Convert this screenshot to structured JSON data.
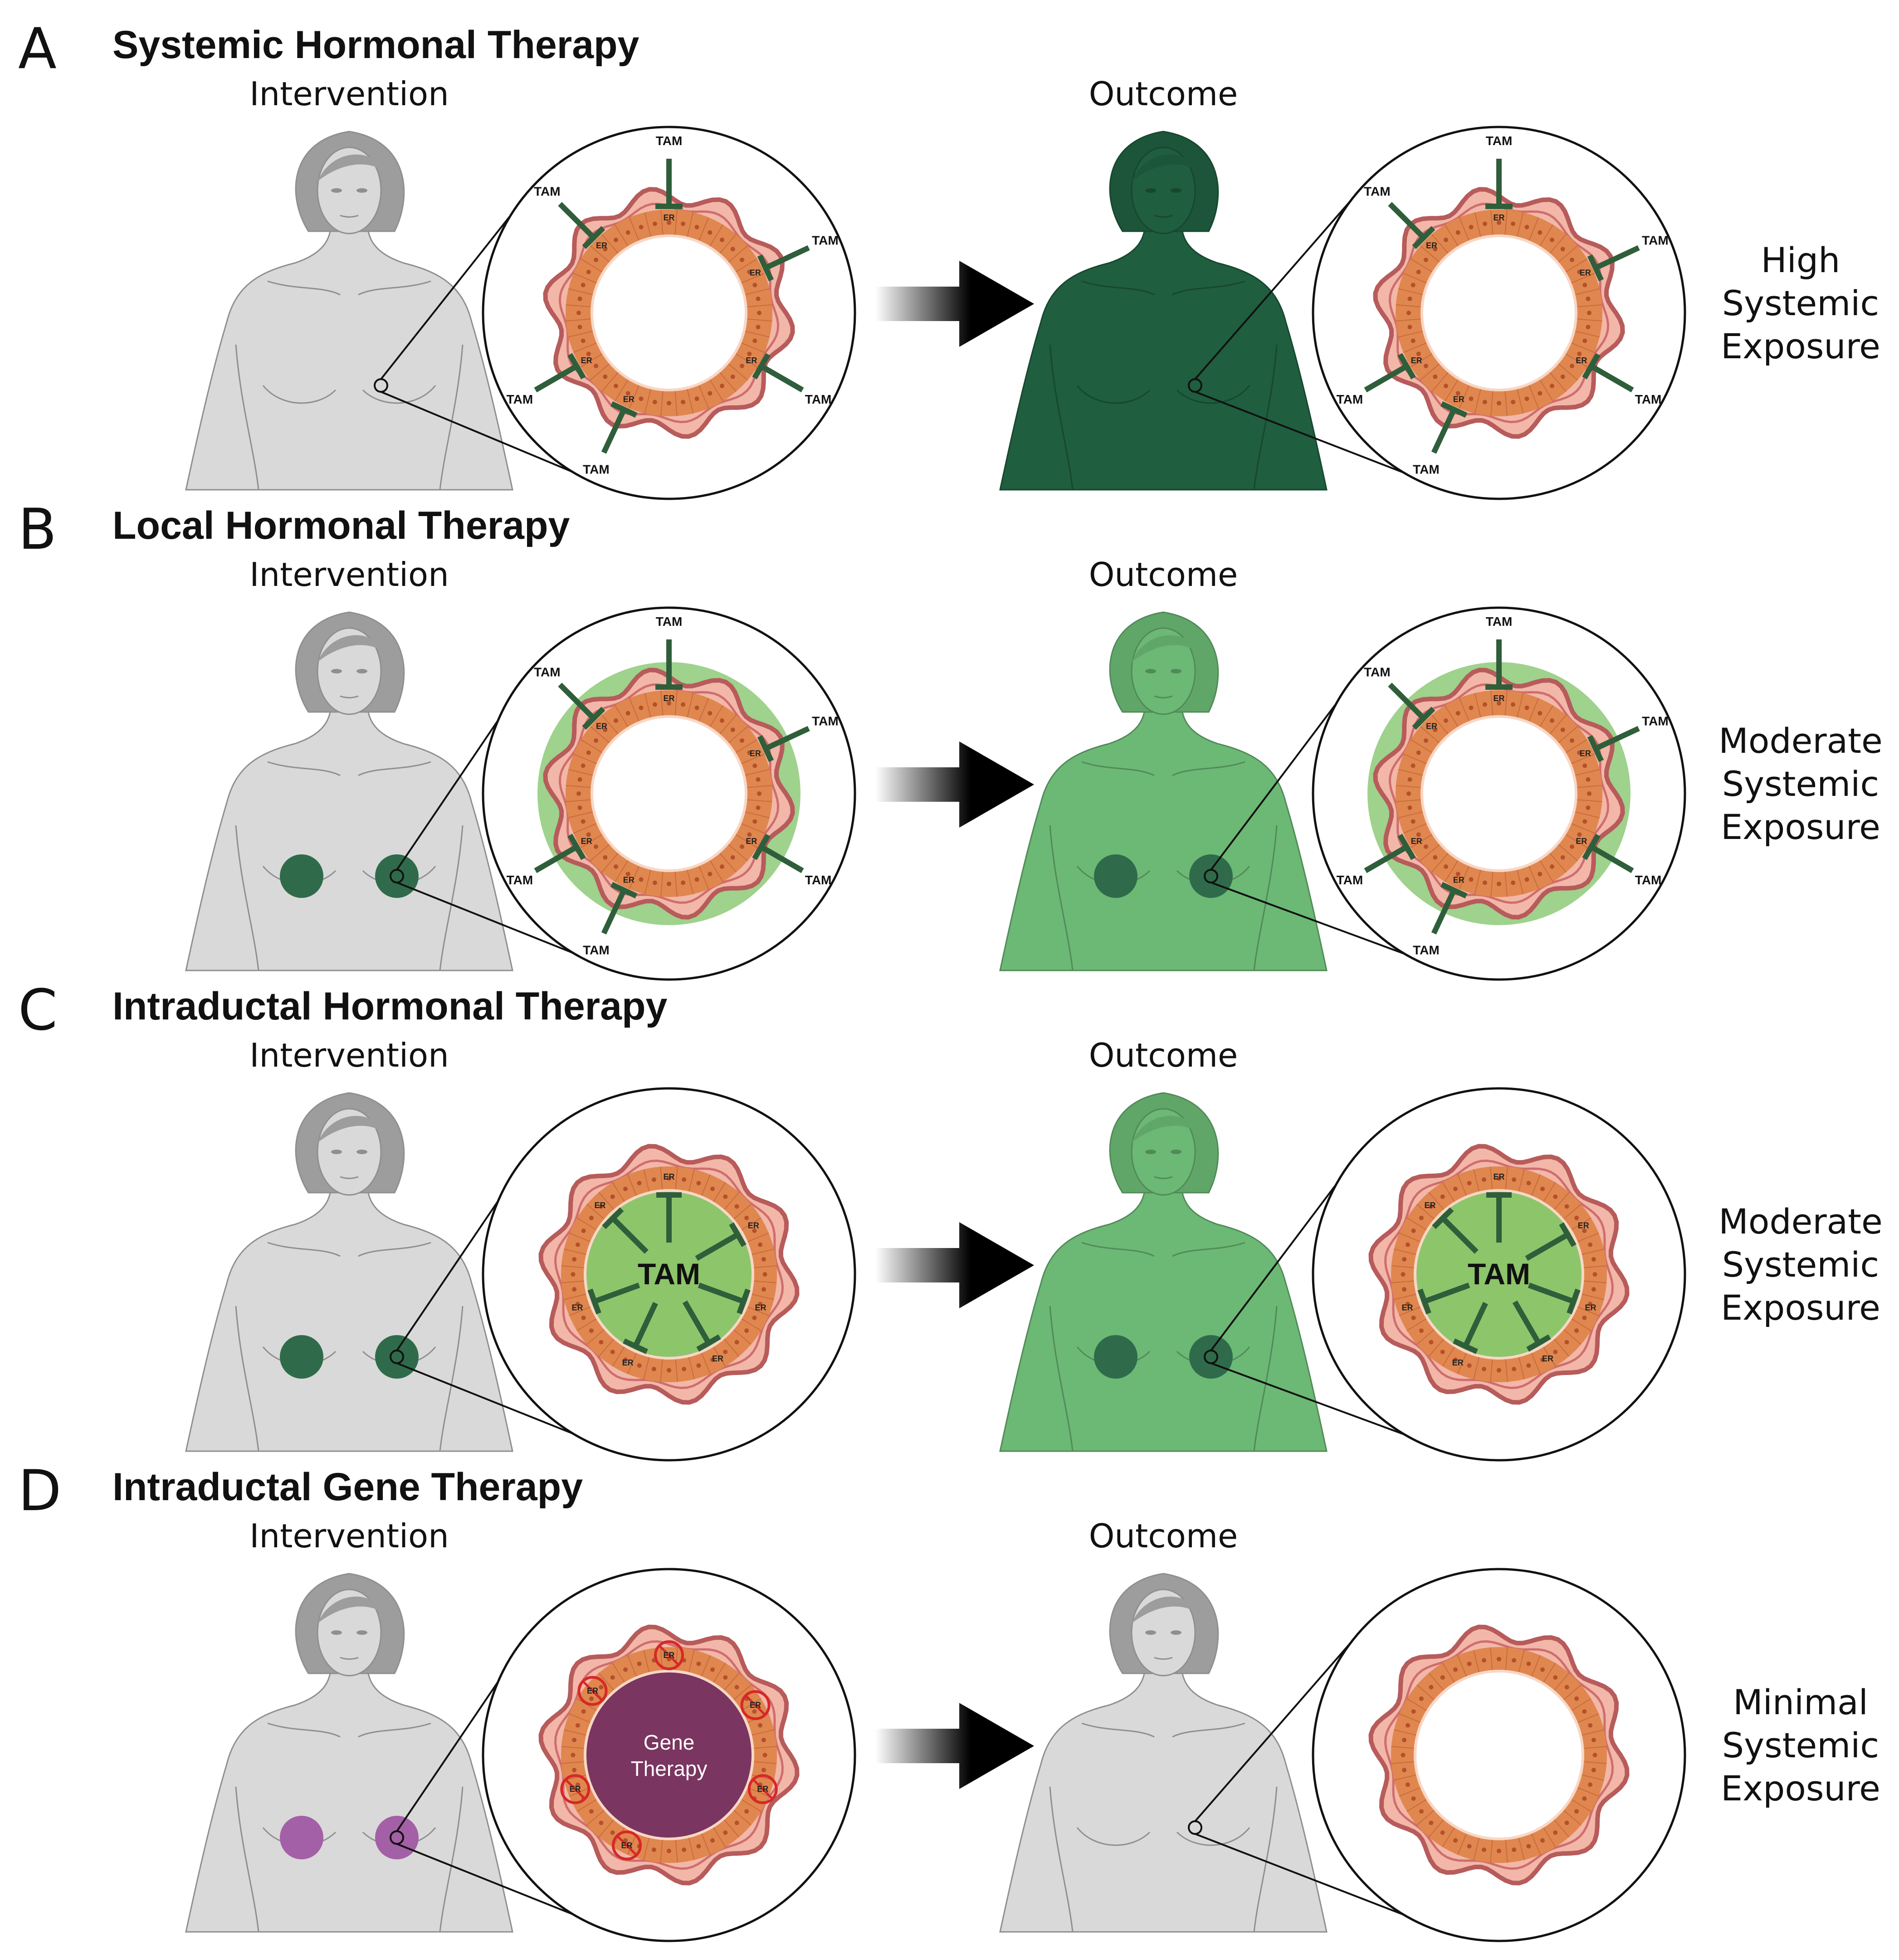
{
  "panels": [
    {
      "letter": "A",
      "title": "Systemic Hormonal Therapy",
      "intervention_label": "Intervention",
      "outcome_label": "Outcome",
      "exposure_lines": [
        "High",
        "Systemic",
        "Exposure"
      ],
      "left_body_color": "#d9d9d9",
      "right_body_color": "#1f5e3f",
      "breast_patch_color": null,
      "left_duct": {
        "style": "tam-outside",
        "green_halo": false,
        "inhibitor_label": "TAM",
        "receptor_label": "ER"
      },
      "right_duct": {
        "style": "tam-outside",
        "green_halo": false,
        "inhibitor_label": "TAM",
        "receptor_label": "ER"
      }
    },
    {
      "letter": "B",
      "title": "Local Hormonal Therapy",
      "intervention_label": "Intervention",
      "outcome_label": "Outcome",
      "exposure_lines": [
        "Moderate",
        "Systemic",
        "Exposure"
      ],
      "left_body_color": "#d9d9d9",
      "right_body_color": "#6cb875",
      "breast_patch_color": "#2f6b4a",
      "left_duct": {
        "style": "tam-outside",
        "green_halo": true,
        "inhibitor_label": "TAM",
        "receptor_label": "ER"
      },
      "right_duct": {
        "style": "tam-outside",
        "green_halo": true,
        "inhibitor_label": "TAM",
        "receptor_label": "ER"
      }
    },
    {
      "letter": "C",
      "title": "Intraductal Hormonal Therapy",
      "intervention_label": "Intervention",
      "outcome_label": "Outcome",
      "exposure_lines": [
        "Moderate",
        "Systemic",
        "Exposure"
      ],
      "left_body_color": "#d9d9d9",
      "right_body_color": "#6cb875",
      "breast_patch_color": "#2f6b4a",
      "left_duct": {
        "style": "tam-inside",
        "center_label": "TAM",
        "receptor_label": "ER"
      },
      "right_duct": {
        "style": "tam-inside",
        "center_label": "TAM",
        "receptor_label": "ER"
      }
    },
    {
      "letter": "D",
      "title": "Intraductal Gene Therapy",
      "intervention_label": "Intervention",
      "outcome_label": "Outcome",
      "exposure_lines": [
        "Minimal",
        "Systemic",
        "Exposure"
      ],
      "left_body_color": "#d9d9d9",
      "right_body_color": "#d9d9d9",
      "breast_patch_color": "#a360a6",
      "left_duct": {
        "style": "gene",
        "center_label_lines": [
          "Gene",
          "Therapy"
        ],
        "receptor_label": "ER",
        "center_color": "#7a3560"
      },
      "right_duct": {
        "style": "plain"
      }
    }
  ],
  "colors": {
    "inhibitor": "#2f5e3a",
    "epithelium": "#e0874f",
    "stroma": "#f2b7a8",
    "basement": "#b75b5b",
    "arrow": "#000000",
    "block_ring": "#d62828"
  }
}
